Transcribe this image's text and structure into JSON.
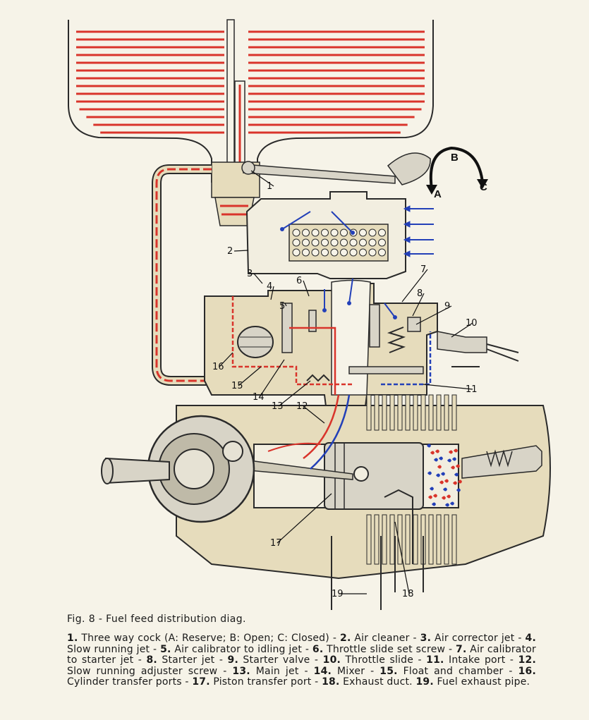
{
  "figure": {
    "caption": "Fig. 8 - Fuel feed distribution diag.",
    "direction_labels": [
      "A",
      "B",
      "C"
    ],
    "callouts": [
      "1",
      "2",
      "3",
      "4",
      "5",
      "6",
      "7",
      "8",
      "9",
      "10",
      "11",
      "12",
      "13",
      "14",
      "15",
      "16",
      "17",
      "18",
      "19"
    ],
    "colors": {
      "fuel": "#d9342b",
      "air": "#2340b8",
      "casting": "#e6dcbc",
      "outline": "#2a2a2a",
      "paper": "#f6f3e8"
    }
  },
  "legend": [
    {
      "num": "1.",
      "text": "Three way cock (A: Reserve; B: Open; C: Closed) -"
    },
    {
      "num": "2.",
      "text": "Air cleaner -"
    },
    {
      "num": "3.",
      "text": "Air corrector jet -"
    },
    {
      "num": "4.",
      "text": "Slow running jet -"
    },
    {
      "num": "5.",
      "text": "Air calibrator to idling jet -"
    },
    {
      "num": "6.",
      "text": "Throttle slide set screw -"
    },
    {
      "num": "7.",
      "text": "Air calibrator to starter jet -"
    },
    {
      "num": "8.",
      "text": "Starter jet -"
    },
    {
      "num": "9.",
      "text": "Starter valve -"
    },
    {
      "num": "10.",
      "text": "Throttle slide -"
    },
    {
      "num": "11.",
      "text": "Intake port -"
    },
    {
      "num": "12.",
      "text": "Slow running adjuster screw -"
    },
    {
      "num": "13.",
      "text": "Main jet -"
    },
    {
      "num": "14.",
      "text": "Mixer -"
    },
    {
      "num": "15.",
      "text": "Float and chamber -"
    },
    {
      "num": "16.",
      "text": "Cylinder transfer ports -"
    },
    {
      "num": "17.",
      "text": "Piston transfer port -"
    },
    {
      "num": "18.",
      "text": "Exhaust duct."
    },
    {
      "num": "19.",
      "text": "Fuel exhaust pipe."
    }
  ]
}
